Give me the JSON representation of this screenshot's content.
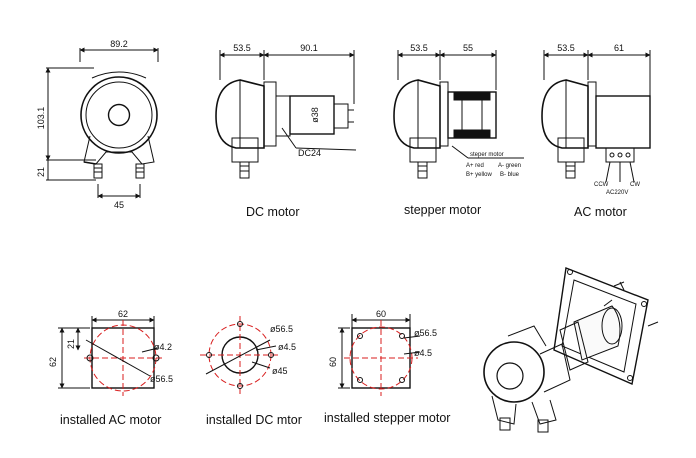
{
  "captions": {
    "dc_motor": "DC motor",
    "stepper_motor": "stepper motor",
    "ac_motor": "AC motor",
    "installed_ac": "installed AC motor",
    "installed_dc": "installed DC mtor",
    "installed_stepper": "installed stepper motor"
  },
  "front_view": {
    "width": "89.2",
    "height": "103.1",
    "nozzle": "21",
    "nozzle_spacing": "45"
  },
  "dc_view": {
    "body": "53.5",
    "motor": "90.1",
    "diameter": "ø38",
    "label": "DC24"
  },
  "stepper_view": {
    "body": "53.5",
    "motor": "55",
    "wiring": {
      "title": "steper motor",
      "a_plus": "A+ red",
      "a_minus": "A- green",
      "b_plus": "B+ yellow",
      "b_minus": "B- blue"
    }
  },
  "ac_view": {
    "body": "53.5",
    "motor": "61",
    "ccw": "CCW",
    "cw": "CW",
    "voltage": "AC220V"
  },
  "installed_ac_view": {
    "width": "62",
    "height": "62",
    "offset": "21",
    "hole": "ø4.2",
    "circle": "ø56.5"
  },
  "installed_dc_view": {
    "circle": "ø56.5",
    "hole1": "ø4.5",
    "hole2": "ø45"
  },
  "installed_stepper_view": {
    "width": "60",
    "height": "60",
    "circle": "ø56.5",
    "hole": "ø4.5"
  },
  "colors": {
    "line": "#111111",
    "center_line": "#d81e1e"
  }
}
